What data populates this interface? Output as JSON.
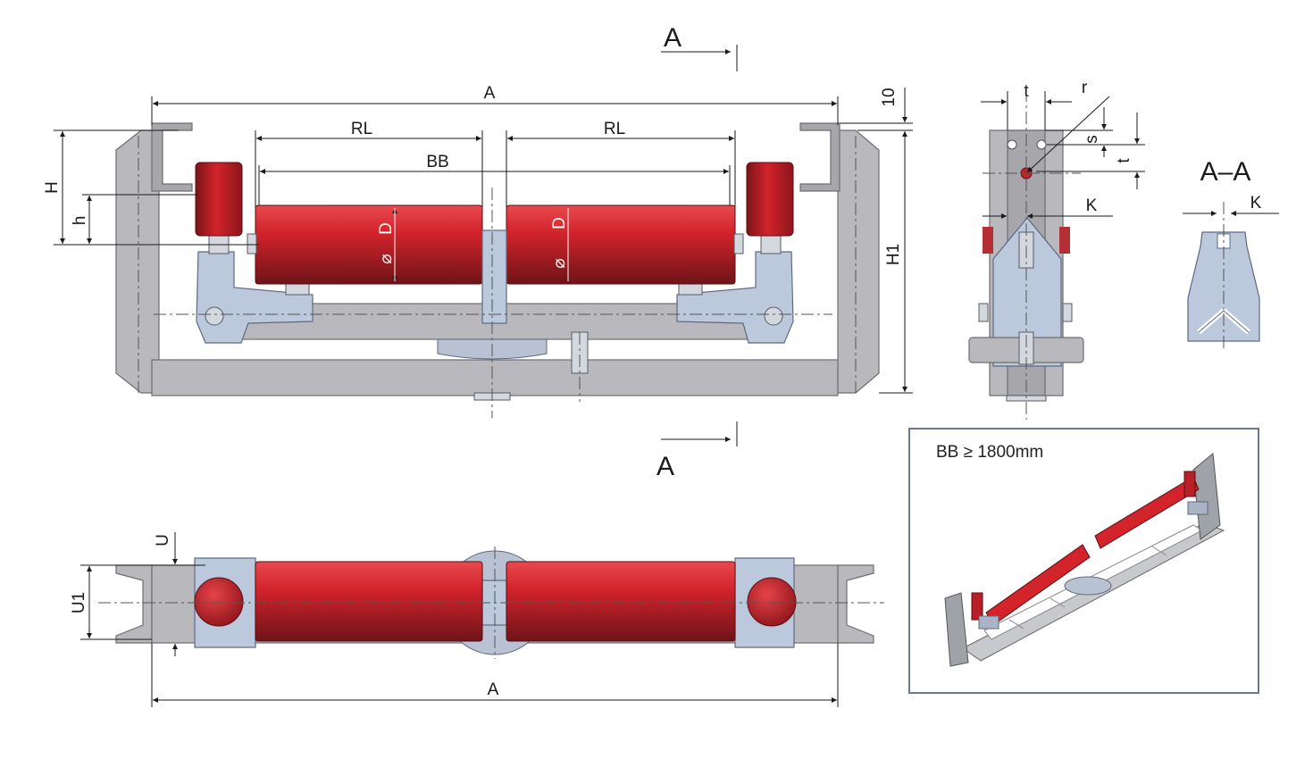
{
  "labels": {
    "section_top": "A",
    "section_bottom": "A",
    "dim_A_top": "A",
    "dim_RL_left": "RL",
    "dim_RL_right": "RL",
    "dim_BB": "BB",
    "dim_H": "H",
    "dim_h": "h",
    "dim_D_left": "D",
    "dim_D_right": "D",
    "dim_phi_left": "⌀",
    "dim_phi_right": "⌀",
    "dim_10": "10",
    "dim_H1": "H1",
    "dim_t_top": "t",
    "dim_r": "r",
    "dim_s": "s",
    "dim_t_side": "t",
    "dim_K_side": "K",
    "section_view_title": "A–A",
    "dim_K_section": "K",
    "dim_U": "U",
    "dim_U1": "U1",
    "dim_A_bottom": "A"
  },
  "note": "BB ≥ 1800mm",
  "colors": {
    "roller_red": "#d3232b",
    "frame_grey": "#b9b9bd",
    "bracket_blue": "#bcc8dc",
    "outline": "#1a1a1a"
  }
}
